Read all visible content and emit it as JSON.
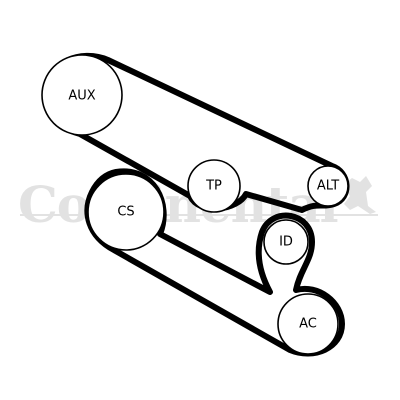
{
  "watermark": {
    "brand": "Continental",
    "color": "#e2e2e2"
  },
  "diagram": {
    "belt_color": "#000000",
    "pulleys": [
      {
        "id": "aux",
        "label": "AUX"
      },
      {
        "id": "tp",
        "label": "TP"
      },
      {
        "id": "alt",
        "label": "ALT"
      },
      {
        "id": "id",
        "label": "ID"
      },
      {
        "id": "cs",
        "label": "CS"
      },
      {
        "id": "ac",
        "label": "AC"
      }
    ]
  }
}
